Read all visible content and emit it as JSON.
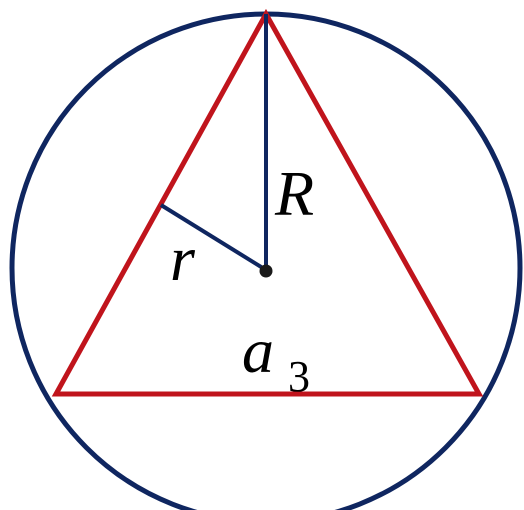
{
  "colors": {
    "circle": "#0f2660",
    "triangle": "#c0141c",
    "radius_line": "#0f2660",
    "center_dot": "#1a1a1a",
    "text": "#000000"
  },
  "labels": {
    "R": "R",
    "r": "r",
    "side_main": "a",
    "side_sub": "3"
  }
}
